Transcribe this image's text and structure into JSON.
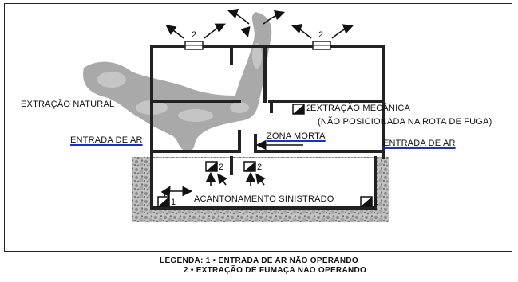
{
  "labels": {
    "natural": "EXTRAÇÃO  NATURAL",
    "mecanica": "EXTRAÇÃO  MECÂNICA",
    "nao_posicionada": "(NÃO POSICIONADA NA ROTA DE FUGA)",
    "entrada_ar_left": "ENTRADA DE AR",
    "entrada_ar_right": "ENTRADA DE AR",
    "zona_morta": "ZONA  MORTA",
    "acantonamento": "ACANTONAMENTO   SINISTRADO"
  },
  "markers": {
    "two": "2",
    "one": "1"
  },
  "legend": {
    "line1": "LEGENDA: 1 • ENTRADA DE AR NÃO OPERANDO",
    "line2": "2 • EXTRAÇÃO DE FUMAÇA NAO OPERANDO"
  },
  "colors": {
    "ink": "#222222",
    "smoke": "#9a9a9a",
    "ground": "#b8b8b8",
    "underline": "#1a2fd0"
  }
}
